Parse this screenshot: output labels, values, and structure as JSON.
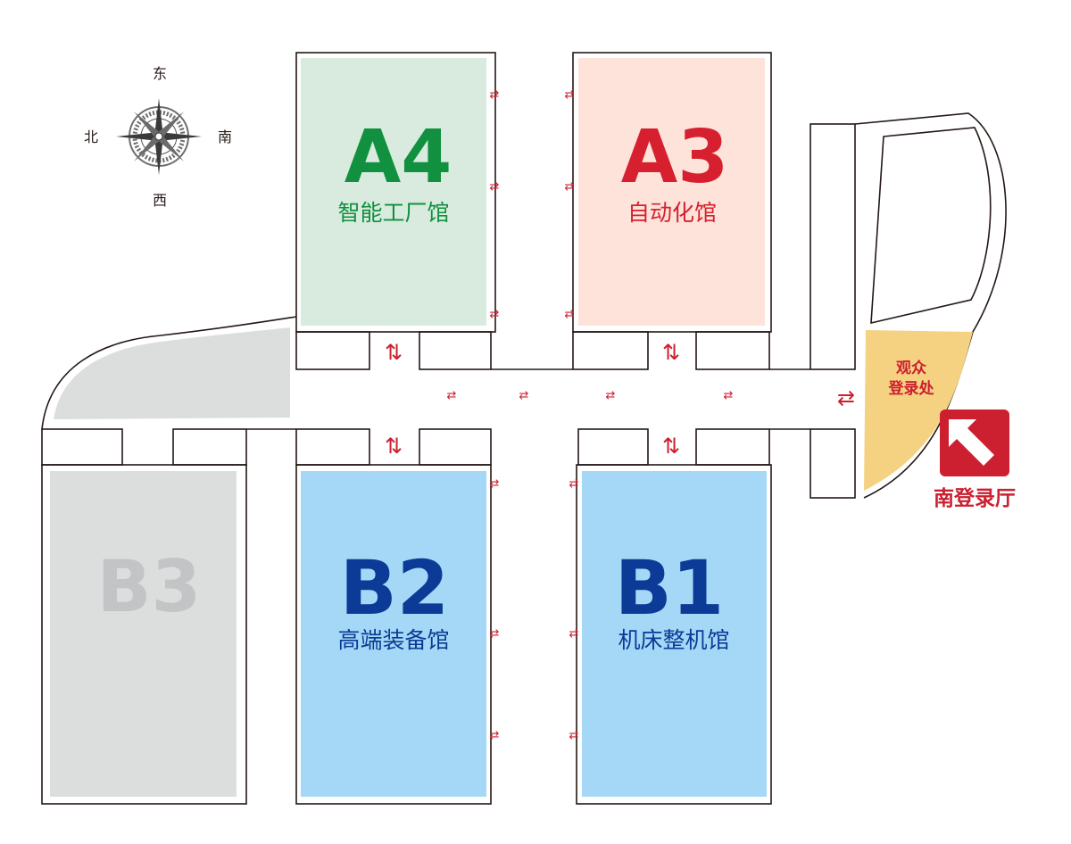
{
  "compass": {
    "north": "北",
    "south": "南",
    "east": "东",
    "west": "西"
  },
  "halls": [
    {
      "id": "A4",
      "code": "A4",
      "name": "智能工厂馆",
      "fill": "#d8ebde",
      "text_color": "#11903f"
    },
    {
      "id": "A3",
      "code": "A3",
      "name": "自动化馆",
      "fill": "#fde3d9",
      "text_color": "#d7202f"
    },
    {
      "id": "B3",
      "code": "B3",
      "name": "",
      "fill": "#dcdddd",
      "text_color": "#c3c4c5"
    },
    {
      "id": "B2",
      "code": "B2",
      "name": "高端装备馆",
      "fill": "#a5d8f6",
      "text_color": "#0b3b97"
    },
    {
      "id": "B1",
      "code": "B1",
      "name": "机床整机馆",
      "fill": "#a5d8f6",
      "text_color": "#0b3b97"
    }
  ],
  "registration": {
    "line1": "观众",
    "line2": "登录处",
    "fill": "#f5d282",
    "text_color": "#cc1f2f"
  },
  "south_hall": {
    "label": "南登录厅",
    "color": "#cc1f2f"
  },
  "arrows": {
    "horizontal": "⇄",
    "vertical": "⇅"
  },
  "colors": {
    "outline": "#231815",
    "plaza": "#dcdddd",
    "arrow": "#cc1f2f"
  }
}
